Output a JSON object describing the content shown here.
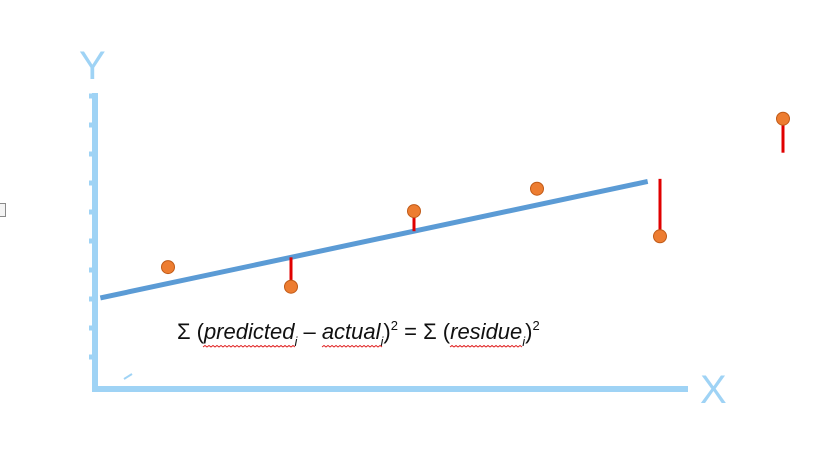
{
  "colors": {
    "axis": "#9fd3f5",
    "regression_line": "#5b9bd5",
    "residual": "#e00000",
    "point_fill": "#ed7d31",
    "point_stroke": "#c05a17",
    "spell_underline": "#e02020"
  },
  "diagram": {
    "y_axis_label": "Y",
    "x_axis_label": "X",
    "formula": {
      "sigma_left": "Σ",
      "open_left": "(",
      "predicted": "predicted",
      "sub_i_1": "i",
      "minus": " – ",
      "actual": "actual",
      "sub_i_2": "i",
      "close_left": ")",
      "sup_2_left": "2",
      "equals": " = ",
      "sigma_right": "Σ",
      "open_right": " (",
      "residue": "residue",
      "sub_i_3": "i",
      "close_right": ")",
      "sup_2_right": "2"
    },
    "points": [
      {
        "x": 1.0,
        "y": 1.65
      },
      {
        "x": 2.0,
        "y": 1.3
      },
      {
        "x": 3.0,
        "y": 2.65
      },
      {
        "x": 4.0,
        "y": 3.05
      },
      {
        "x": 5.0,
        "y": 2.2
      },
      {
        "x": 6.0,
        "y": 4.3
      }
    ]
  }
}
